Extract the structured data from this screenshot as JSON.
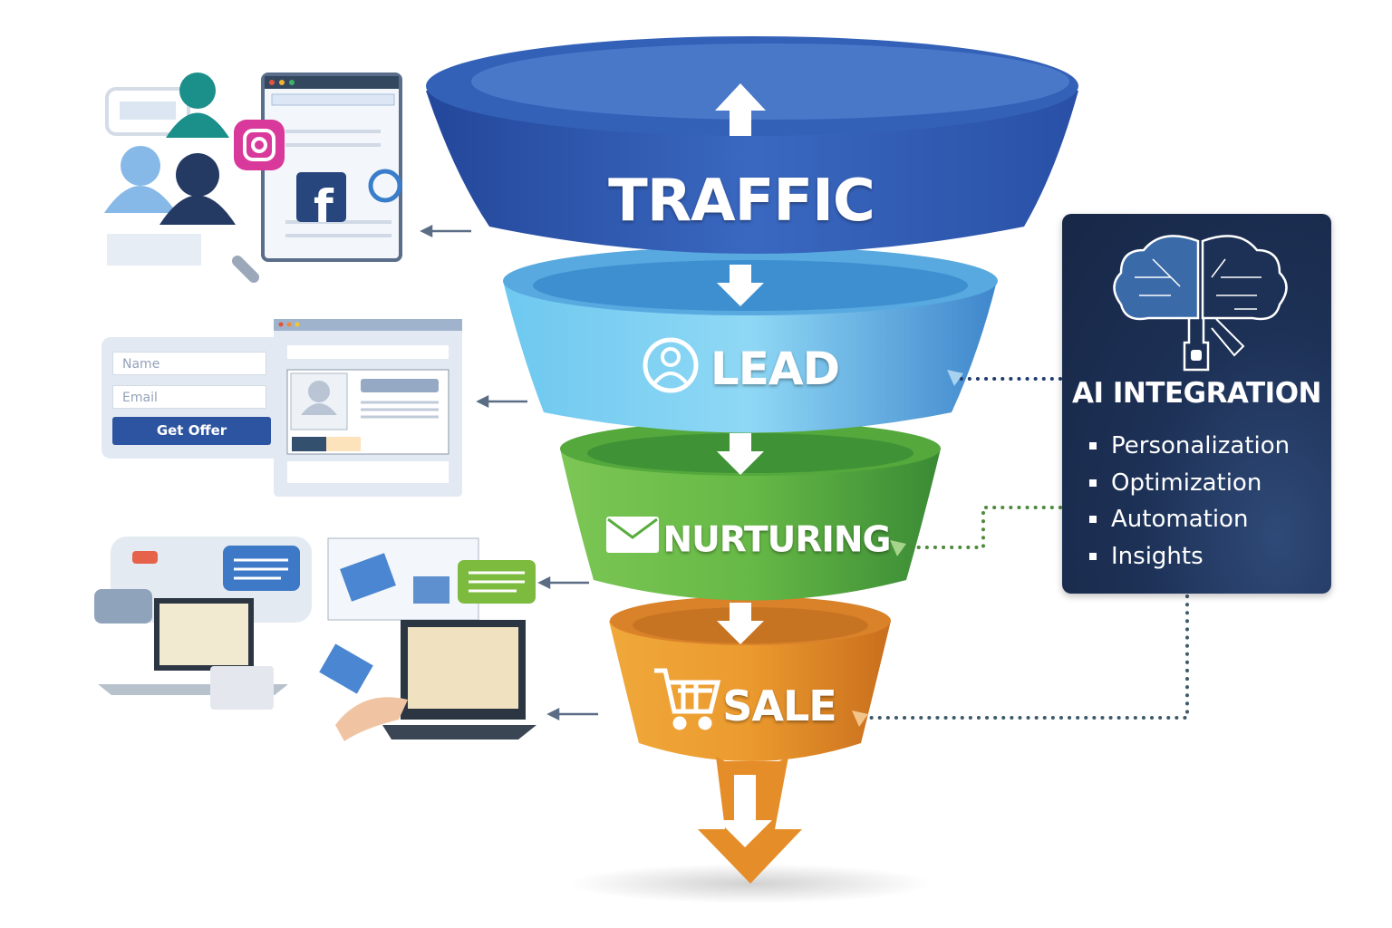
{
  "funnel": {
    "stages": [
      {
        "label": "TRAFFIC",
        "color": "#2f5db3"
      },
      {
        "label": "LEAD",
        "color": "#5ab4e6"
      },
      {
        "label": "NURTURING",
        "color": "#58ad3e"
      },
      {
        "label": "SALE",
        "color": "#e5902a"
      }
    ]
  },
  "lead_form": {
    "name_placeholder": "Name",
    "email_placeholder": "Email",
    "submit_label": "Get Offer"
  },
  "ai_panel": {
    "title": "AI INTEGRATION",
    "items": [
      "Personalization",
      "Optimization",
      "Automation",
      "Insights"
    ],
    "background": "#1d3156"
  }
}
